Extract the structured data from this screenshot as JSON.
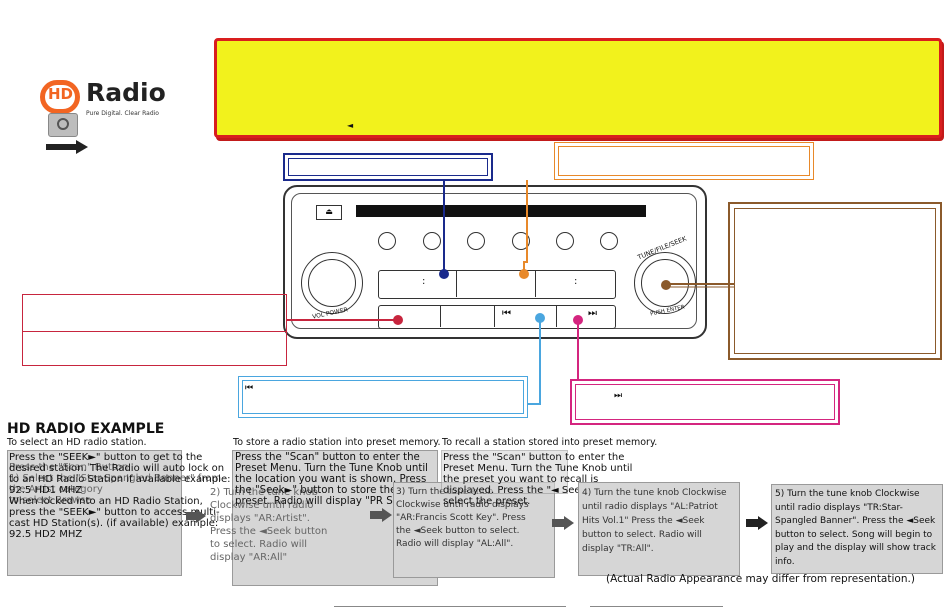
{
  "logo": {
    "brand": "Radio",
    "hd": "HD",
    "tagline": "Pure Digital. Clear Radio"
  },
  "banner": {
    "glyph": "◄",
    "color": "#f2f21c",
    "border": "#d91e1e"
  },
  "radio": {
    "tune_label": "TUNE/FILE/SEEK",
    "volume_label": "VOL  POWER",
    "knob_label": "PUSH   ENTER",
    "display_left": ":",
    "display_right": ":",
    "prev_glyph": "⏮",
    "next_glyph": "⏭"
  },
  "callouts": {
    "prev_track": "⏮",
    "next_track": "⏭"
  },
  "section": {
    "title": "HD RADIO EXAMPLE",
    "col1_heading": "To select an HD radio station.",
    "col2_heading": "To store a radio station into preset memory.",
    "col3_heading": "To recall a station stored into preset memory."
  },
  "panels": {
    "p1": "Press the \"SEEK►\" button to get to the desired station. The Radio will auto lock on to an HD Radio Station if available example:\n92.5 HD1 MHZ\nWhen locked into an HD Radio Station, press the \"SEEK►\" button to access multi-cast HD Station(s). (if available) example:\n92.5 HD2 MHZ",
    "p1_overlay": "Press the \"Scan\" Button\n1) Select the \"Star-Spangled Banner\" from the Artist category\nto select Browse",
    "p2": "Press the \"Scan\" button to enter the Preset Menu. Turn the Tune Knob until the location you want is shown. Press the \"Seek►\" button to store the preset. Radio will display \"PR Saved\".",
    "p2_overlay": "2) Turn the tune knob\nClockwise until radio\ndisplays \"AR:Artist\".\nPress the ◄Seek button\nto select. Radio will\ndisplay \"AR:All\"",
    "p3": "Press the \"Scan\" button to enter the Preset Menu. Turn the Tune Knob until the preset you want to recall is displayed. Press the \"◄ Seek\" button to select the preset.",
    "p3_overlay": "3) Turn the tune knob\nClockwise until radio displays\n\"AR:Francis Scott Key\". Press\nthe ◄Seek button to select.\nRadio will display \"AL:All\".",
    "p4": "4) Turn the tune knob Clockwise until radio displays \"AL:Patriot Hits Vol.1\" Press the ◄Seek button to select. Radio will display \"TR:All\".",
    "p5": "5) Turn the tune knob Clockwise until radio displays \"TR:Star-Spangled Banner\". Press the ◄Seek button to select. Song will begin to play and the display will show track info."
  },
  "disclaimer": "(Actual Radio Appearance may differ from representation.)"
}
